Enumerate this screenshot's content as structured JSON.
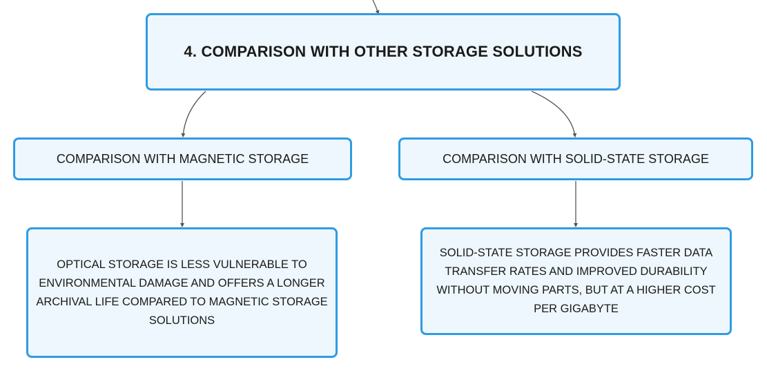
{
  "root": {
    "label": "4. COMPARISON WITH OTHER STORAGE SOLUTIONS"
  },
  "branches": [
    {
      "label": "COMPARISON WITH MAGNETIC STORAGE",
      "detail": "OPTICAL STORAGE IS LESS VULNERABLE TO ENVIRONMENTAL DAMAGE AND OFFERS A LONGER ARCHIVAL LIFE COMPARED TO MAGNETIC STORAGE SOLUTIONS"
    },
    {
      "label": "COMPARISON WITH SOLID-STATE STORAGE",
      "detail": "SOLID-STATE STORAGE PROVIDES FASTER DATA TRANSFER RATES AND IMPROVED DURABILITY WITHOUT MOVING PARTS, BUT AT A HIGHER COST PER GIGABYTE"
    }
  ],
  "colors": {
    "node_border": "#2f9be3",
    "node_fill": "#eef7fd",
    "connector": "#555555"
  }
}
